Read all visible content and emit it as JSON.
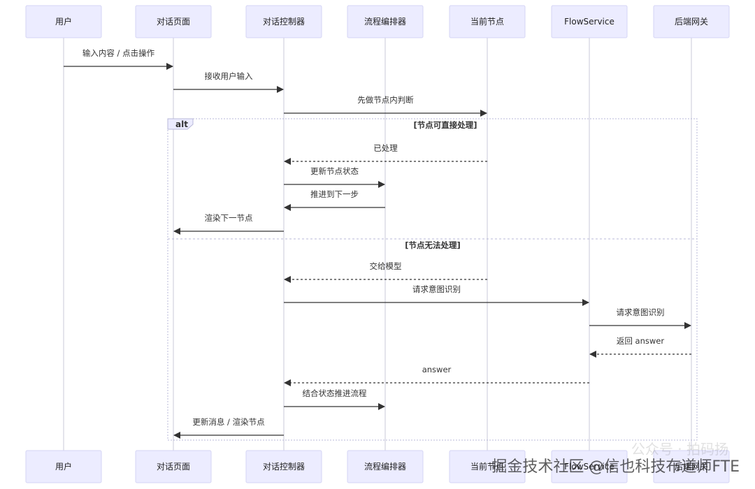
{
  "participants": [
    "用户",
    "对话页面",
    "对话控制器",
    "流程编排器",
    "当前节点",
    "FlowService",
    "后端网关"
  ],
  "messages": [
    {
      "from": 0,
      "to": 1,
      "text": "输入内容 / 点击操作",
      "dashed": false
    },
    {
      "from": 1,
      "to": 2,
      "text": "接收用户输入",
      "dashed": false
    },
    {
      "from": 2,
      "to": 4,
      "text": "先做节点内判断",
      "dashed": false
    },
    {
      "from": 4,
      "to": 2,
      "text": "已处理",
      "dashed": true
    },
    {
      "from": 2,
      "to": 3,
      "text": "更新节点状态",
      "dashed": false
    },
    {
      "from": 3,
      "to": 2,
      "text": "推进到下一步",
      "dashed": false
    },
    {
      "from": 2,
      "to": 1,
      "text": "渲染下一节点",
      "dashed": false
    },
    {
      "from": 4,
      "to": 2,
      "text": "交给模型",
      "dashed": true
    },
    {
      "from": 2,
      "to": 5,
      "text": "请求意图识别",
      "dashed": false
    },
    {
      "from": 5,
      "to": 6,
      "text": "请求意图识别",
      "dashed": false
    },
    {
      "from": 6,
      "to": 5,
      "text": "返回 answer",
      "dashed": true
    },
    {
      "from": 5,
      "to": 2,
      "text": "answer",
      "dashed": true
    },
    {
      "from": 2,
      "to": 3,
      "text": "结合状态推进流程",
      "dashed": false
    },
    {
      "from": 2,
      "to": 1,
      "text": "更新消息 / 渲染节点",
      "dashed": false
    }
  ],
  "alt_frame": {
    "label": "alt",
    "conditions": [
      "[节点可直接处理]",
      "[节点无法处理]"
    ]
  },
  "watermark": {
    "main": "掘金技术社区 @信也科技布道师FTE",
    "faint": "公众号 · 拍码扬"
  }
}
